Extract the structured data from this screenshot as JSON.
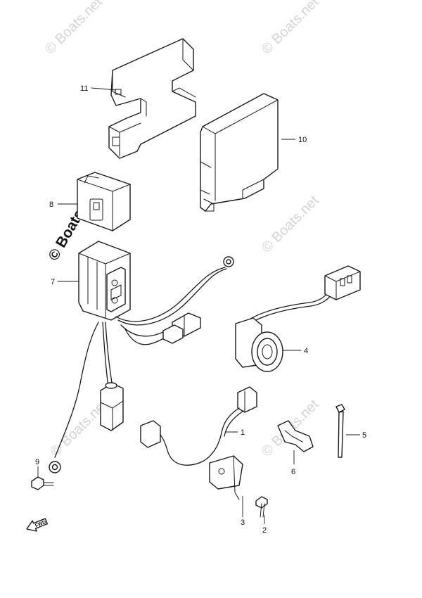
{
  "watermark": {
    "text": "© Boats.net"
  },
  "callouts": {
    "c1": "1",
    "c2": "2",
    "c3": "3",
    "c4": "4",
    "c5": "5",
    "c6": "6",
    "c7": "7",
    "c8": "8",
    "c9": "9",
    "c10": "10",
    "c11": "11"
  },
  "forward_arrow": {
    "label": "FWD"
  }
}
